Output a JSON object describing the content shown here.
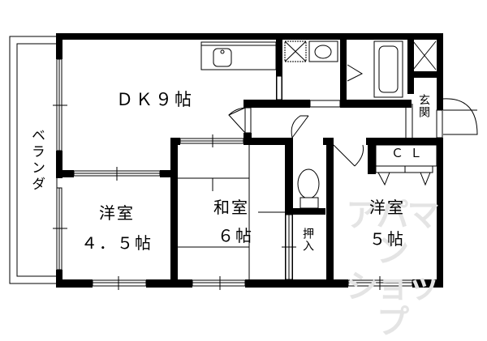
{
  "floor_plan": {
    "rooms": [
      {
        "id": "dk",
        "name": "ＤＫ９帖",
        "type": "dining-kitchen",
        "size_jo": 9
      },
      {
        "id": "western-room-1",
        "name": "洋室",
        "size_label": "４．５帖",
        "size_jo": 4.5
      },
      {
        "id": "japanese-room",
        "name": "和室",
        "size_label": "６帖",
        "size_jo": 6
      },
      {
        "id": "western-room-2",
        "name": "洋室",
        "size_label": "５帖",
        "size_jo": 5
      }
    ],
    "labels": {
      "veranda": "ベランダ",
      "entrance": "玄関",
      "closet_cl": "ＣＬ",
      "oshiire": "押入"
    },
    "watermark": {
      "line1": "アパマン",
      "line2": "ショップ"
    }
  }
}
